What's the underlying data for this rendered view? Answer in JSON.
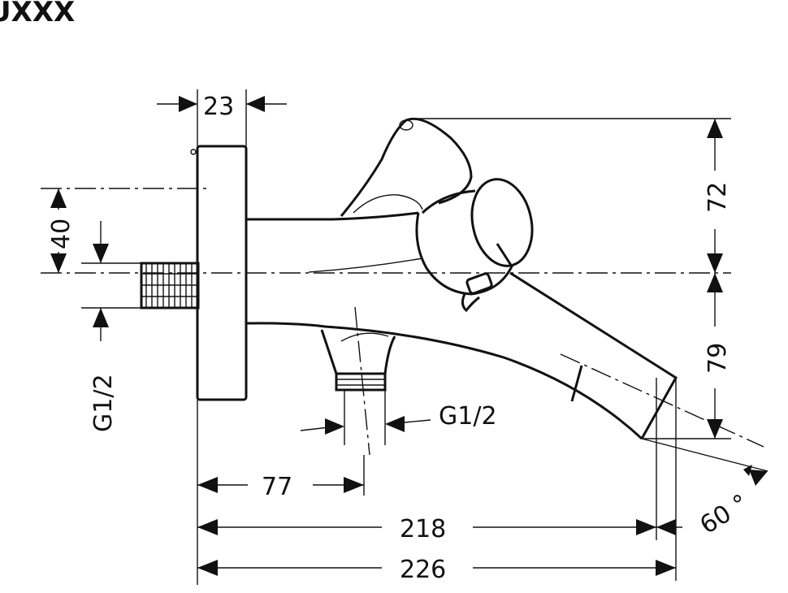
{
  "header": {
    "logo_text": "UXXX"
  },
  "dimensions": {
    "wall_depth": "23",
    "height_upper": "72",
    "height_lower": "79",
    "thread_offset": "40",
    "inlet_thread": "G1/2",
    "outlet_thread": "G1/2",
    "diverter_position": "77",
    "spout_length_218": "218",
    "overall_length": "226",
    "spout_angle": "60 °"
  },
  "colors": {
    "line": "#111111",
    "background": "#ffffff"
  }
}
